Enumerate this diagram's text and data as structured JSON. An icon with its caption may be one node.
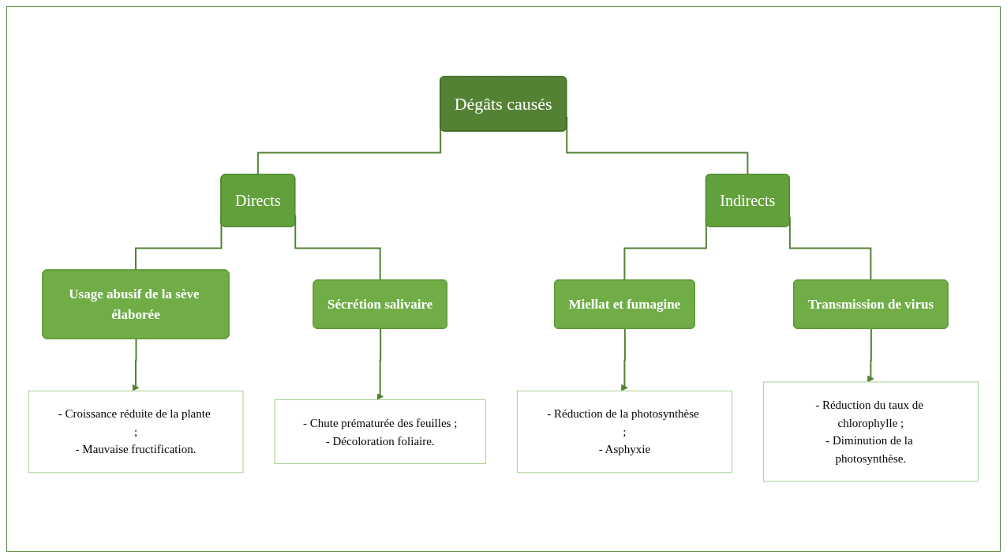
{
  "diagram": {
    "nodes": [
      {
        "text": [
          "Dégâts causés"
        ]
      },
      {
        "text": [
          "Directs"
        ]
      },
      {
        "text": [
          "Indirects"
        ]
      },
      {
        "text": [
          "Usage abusif de la sève élaborée"
        ]
      },
      {
        "text": [
          "Sécrétion salivaire"
        ]
      },
      {
        "text": [
          "Miellat et fumagine"
        ]
      },
      {
        "text": [
          "Transmission de virus"
        ]
      },
      {
        "text": [
          "- Croissance réduite de la plante ;",
          "- Mauvaise fructification."
        ]
      },
      {
        "text": [
          "- Chute prématurée des feuilles ;",
          "- Décoloration foliaire."
        ]
      },
      {
        "text": [
          "- Réduction de la photosynthèse ;",
          "- Asphyxie"
        ]
      },
      {
        "text": [
          "- Réduction du taux de chlorophylle ;",
          "- Diminution de la photosynthèse."
        ]
      }
    ],
    "edges": [
      {
        "from": 0,
        "to": 1,
        "arrow": "none"
      },
      {
        "from": 0,
        "to": 2,
        "arrow": "none"
      },
      {
        "from": 1,
        "to": 3,
        "arrow": "none"
      },
      {
        "from": 1,
        "to": 4,
        "arrow": "none"
      },
      {
        "from": 2,
        "to": 5,
        "arrow": "none"
      },
      {
        "from": 2,
        "to": 6,
        "arrow": "none"
      },
      {
        "from": 3,
        "to": 7,
        "arrow": "to"
      },
      {
        "from": 4,
        "to": 8,
        "arrow": "to"
      },
      {
        "from": 5,
        "to": 9,
        "arrow": "to"
      },
      {
        "from": 6,
        "to": 10,
        "arrow": "to"
      }
    ]
  }
}
